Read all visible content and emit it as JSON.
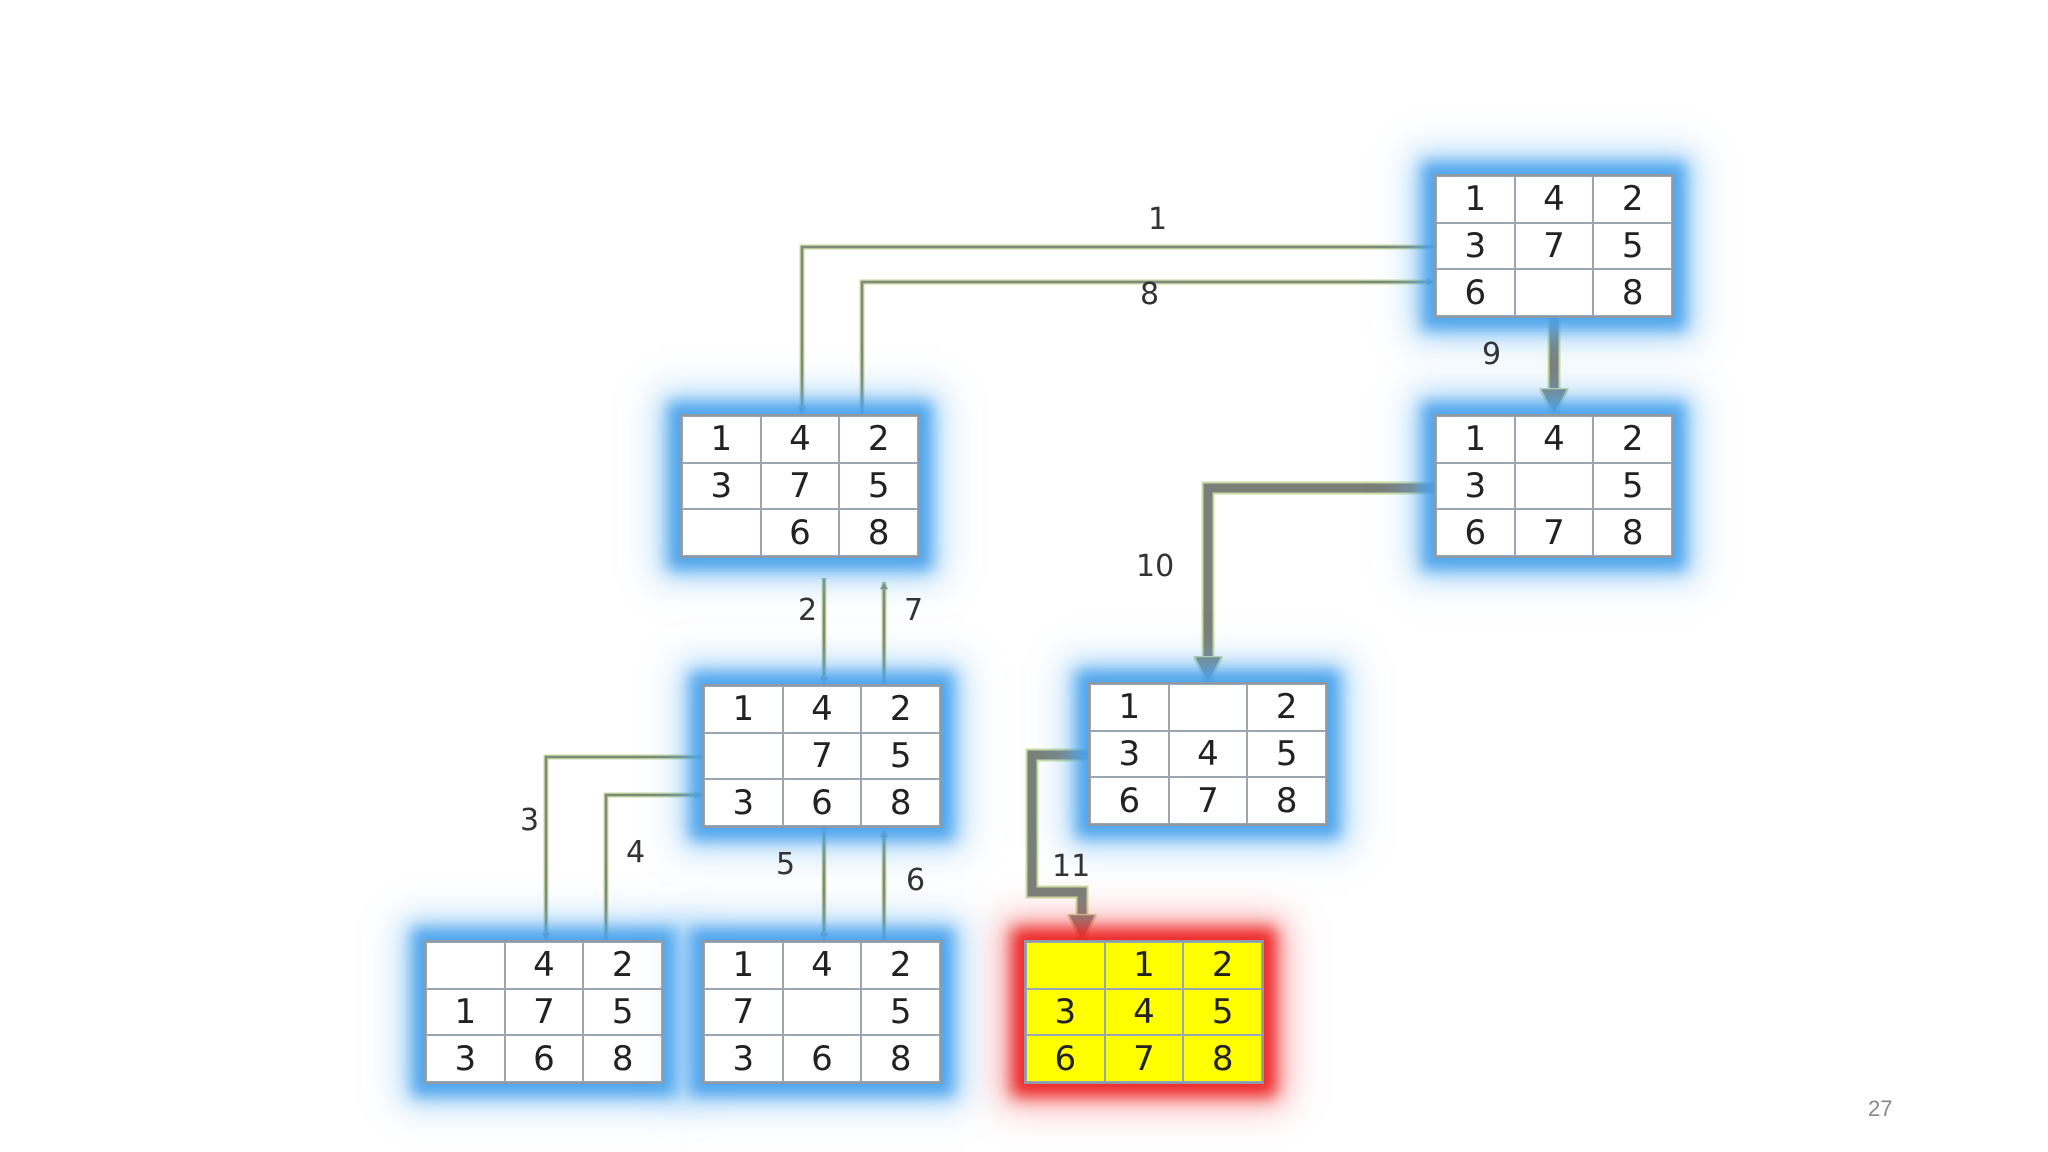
{
  "boards": [
    {
      "id": "s1",
      "type": "node",
      "cells": [
        "1",
        "4",
        "2",
        "3",
        "7",
        "5",
        "6",
        "",
        "8"
      ]
    },
    {
      "id": "s2",
      "type": "node",
      "cells": [
        "1",
        "4",
        "2",
        "3",
        "7",
        "5",
        "",
        "6",
        "8"
      ]
    },
    {
      "id": "s3",
      "type": "node",
      "cells": [
        "1",
        "4",
        "2",
        "3",
        "",
        "5",
        "6",
        "7",
        "8"
      ]
    },
    {
      "id": "s4",
      "type": "node",
      "cells": [
        "1",
        "4",
        "2",
        "",
        "7",
        "5",
        "3",
        "6",
        "8"
      ]
    },
    {
      "id": "s5",
      "type": "node",
      "cells": [
        "1",
        "",
        "2",
        "3",
        "4",
        "5",
        "6",
        "7",
        "8"
      ]
    },
    {
      "id": "s6",
      "type": "node",
      "cells": [
        "",
        "4",
        "2",
        "1",
        "7",
        "5",
        "3",
        "6",
        "8"
      ]
    },
    {
      "id": "s7",
      "type": "node",
      "cells": [
        "1",
        "4",
        "2",
        "7",
        "",
        "5",
        "3",
        "6",
        "8"
      ]
    },
    {
      "id": "s8",
      "type": "goal",
      "cells": [
        "",
        "1",
        "2",
        "3",
        "4",
        "5",
        "6",
        "7",
        "8"
      ]
    }
  ],
  "edges": [
    {
      "label": "1",
      "from": "s1",
      "to": "s2",
      "style": "thin"
    },
    {
      "label": "8",
      "from": "s2",
      "to": "s1",
      "style": "thin"
    },
    {
      "label": "9",
      "from": "s1",
      "to": "s3",
      "style": "thick"
    },
    {
      "label": "2",
      "from": "s2",
      "to": "s4",
      "style": "thin"
    },
    {
      "label": "7",
      "from": "s4",
      "to": "s2",
      "style": "thin"
    },
    {
      "label": "10",
      "from": "s3",
      "to": "s5",
      "style": "thick"
    },
    {
      "label": "3",
      "from": "s4",
      "to": "s6",
      "style": "thin"
    },
    {
      "label": "4",
      "from": "s6",
      "to": "s4",
      "style": "thin"
    },
    {
      "label": "5",
      "from": "s4",
      "to": "s7",
      "style": "thin"
    },
    {
      "label": "6",
      "from": "s7",
      "to": "s4",
      "style": "thin"
    },
    {
      "label": "11",
      "from": "s5",
      "to": "s8",
      "style": "thick"
    }
  ],
  "colors": {
    "node_glow": "#46a0eb",
    "goal_glow": "#eb1e1e",
    "goal_fill": "#ffff00",
    "arrow_thin": "#7f8a7a",
    "arrow_outline": "#c9dba0",
    "arrow_thick": "#7a7f7a"
  },
  "page_number": "27"
}
